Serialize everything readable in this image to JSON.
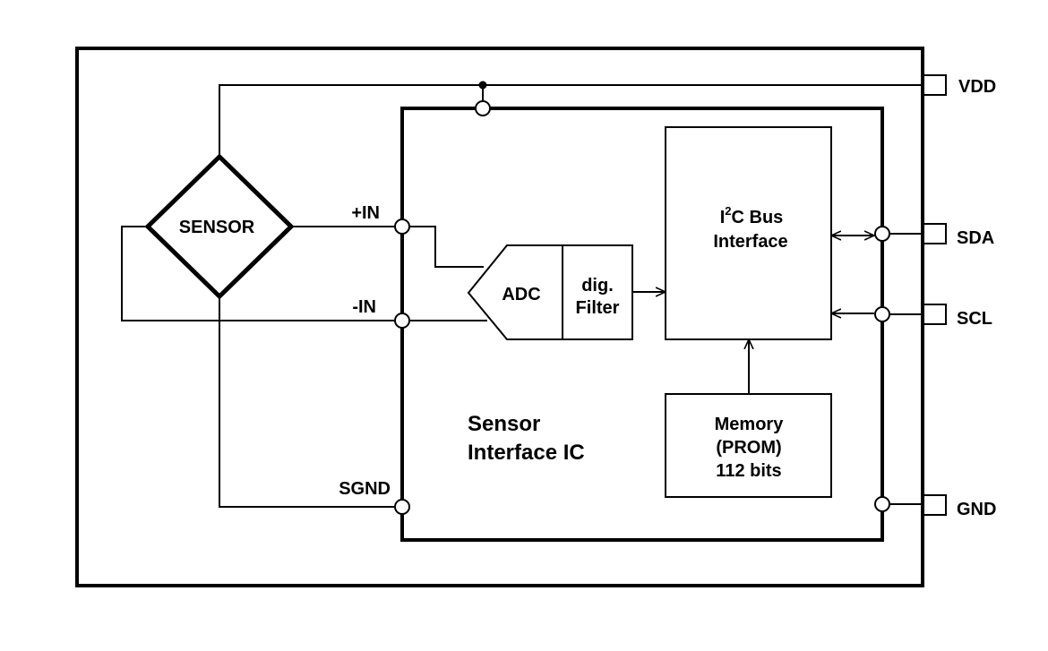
{
  "blocks": {
    "sensor": "SENSOR",
    "adc": "ADC",
    "filter_line1": "dig.",
    "filter_line2": "Filter",
    "i2c_prefix": "I",
    "i2c_sup": "2",
    "i2c_suffix": "C Bus",
    "i2c_line2": "Interface",
    "memory_line1": "Memory",
    "memory_line2": "(PROM)",
    "memory_line3": "112 bits",
    "ic_line1": "Sensor",
    "ic_line2": "Interface IC"
  },
  "inner_pins": {
    "plus_in": "+IN",
    "minus_in": "-IN",
    "sgnd": "SGND"
  },
  "outer_pins": {
    "vdd": "VDD",
    "sda": "SDA",
    "scl": "SCL",
    "gnd": "GND"
  }
}
